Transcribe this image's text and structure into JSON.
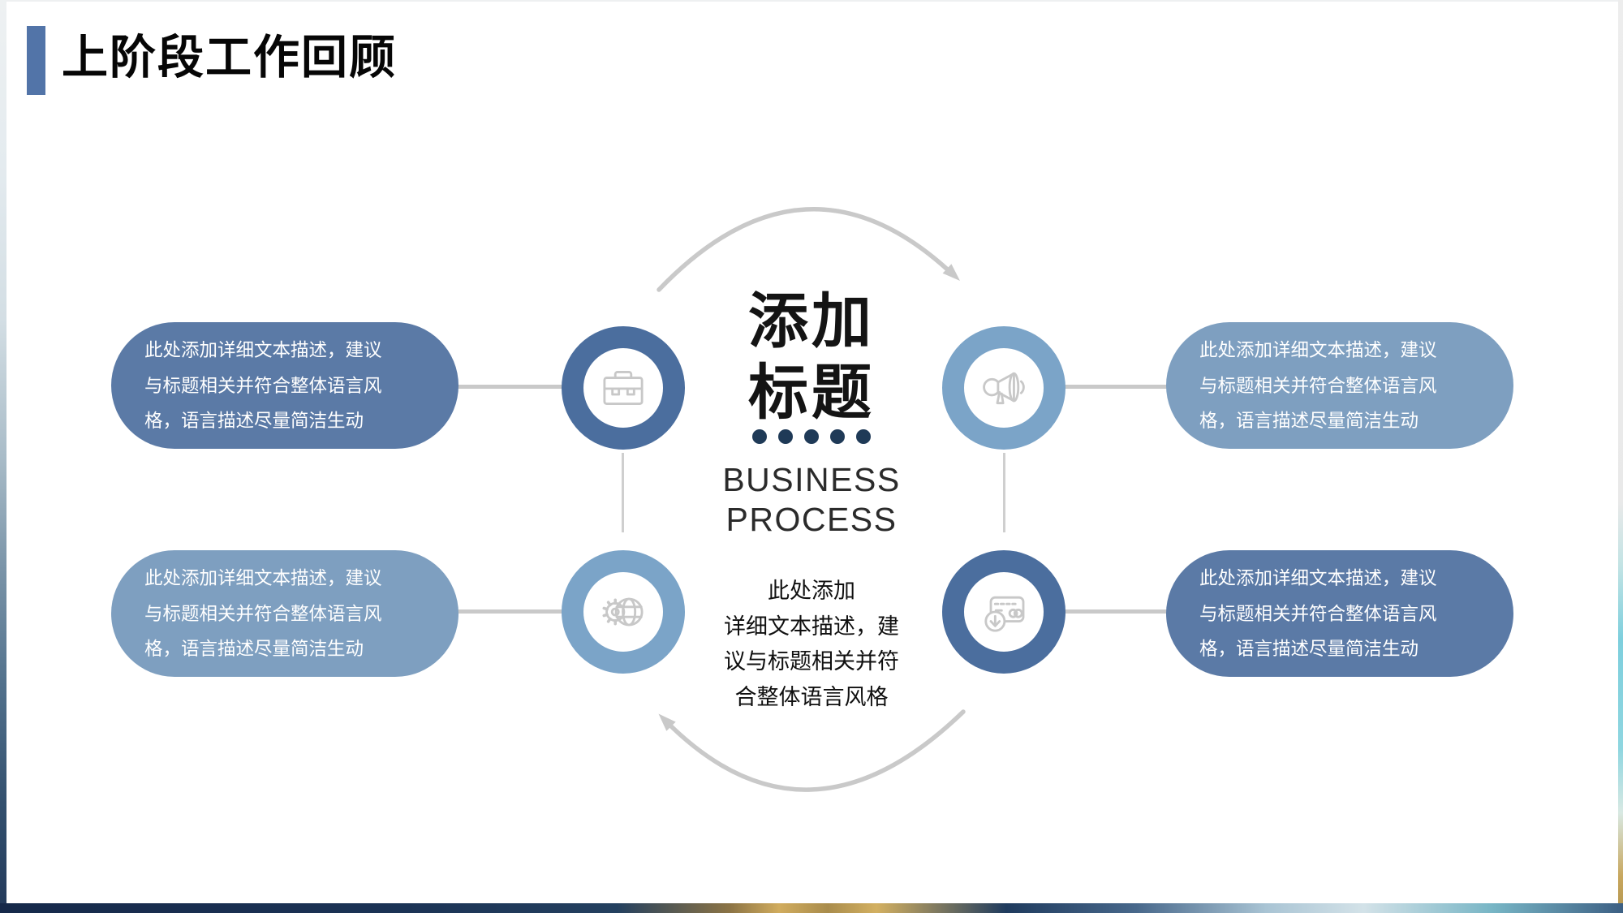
{
  "slide": {
    "title": "上阶段工作回顾",
    "center": {
      "heading_lines": [
        "添加",
        "标题"
      ],
      "subtitle_lines": [
        "BUSINESS",
        "PROCESS"
      ],
      "description_lines": [
        "此处添加",
        "详细文本描述，建",
        "议与标题相关并符",
        "合整体语言风格"
      ],
      "dots_count": 5
    },
    "pills": {
      "top_left": {
        "lines": [
          "此处添加详细文本描述，建议",
          "与标题相关并符合整体语言风",
          "格，语言描述尽量简洁生动"
        ]
      },
      "top_right": {
        "lines": [
          "此处添加详细文本描述，建议",
          "与标题相关并符合整体语言风",
          "格，语言描述尽量简洁生动"
        ]
      },
      "bottom_left": {
        "lines": [
          "此处添加详细文本描述，建议",
          "与标题相关并符合整体语言风",
          "格，语言描述尽量简洁生动"
        ]
      },
      "bottom_right": {
        "lines": [
          "此处添加详细文本描述，建议",
          "与标题相关并符合整体语言风",
          "格，语言描述尽量简洁生动"
        ]
      }
    },
    "icons": {
      "top_left": "briefcase-icon",
      "top_right": "megaphone-icon",
      "bottom_left": "gear-globe-icon",
      "bottom_right": "card-download-icon"
    },
    "colors": {
      "pill_dark_blue": "#5b7aa6",
      "pill_light_blue": "#7e9fc0",
      "ring_dark_blue": "#4b6e9e",
      "ring_light_blue": "#7ba4c8",
      "dot_navy": "#1f3a57",
      "title_accent_bar": "#5274a8",
      "connector_gray": "#c9c9c9",
      "icon_gray": "#c8c8c8"
    }
  }
}
